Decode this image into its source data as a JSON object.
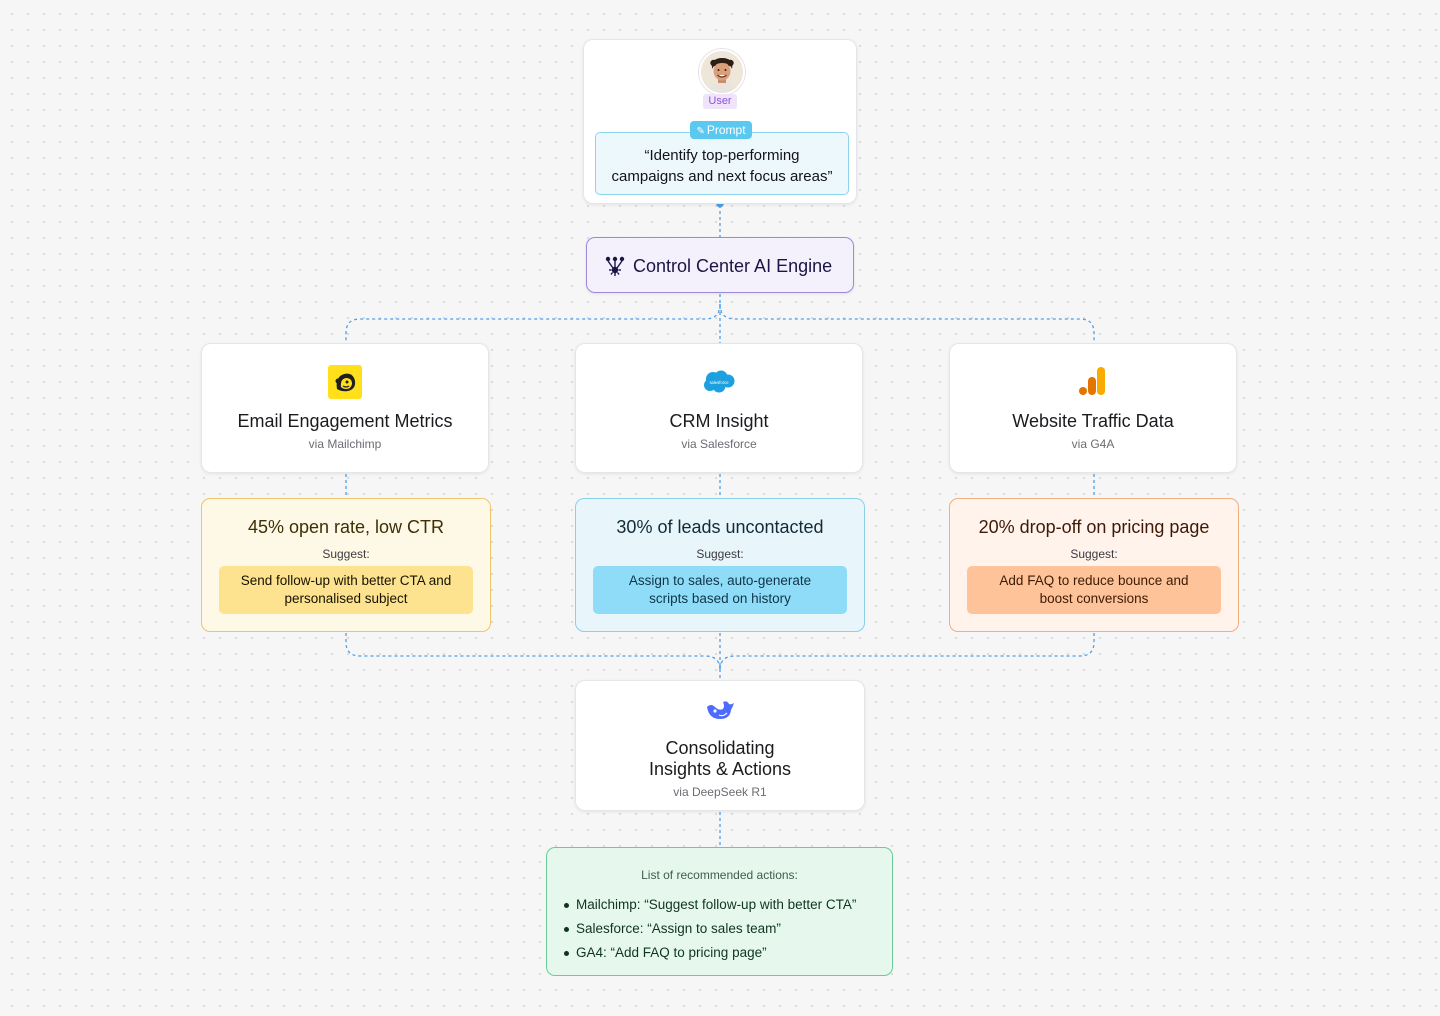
{
  "user": {
    "badge": "User",
    "prompt_badge": "Prompt",
    "prompt_line1": "“Identify top-performing",
    "prompt_line2": "campaigns and next focus areas”"
  },
  "engine": {
    "title": "Control Center AI Engine"
  },
  "sources": [
    {
      "title": "Email Engagement Metrics",
      "via": "via Mailchimp",
      "logo": "mailchimp-logo"
    },
    {
      "title": "CRM Insight",
      "via": "via Salesforce",
      "logo": "salesforce-logo",
      "logo_text": "salesforce"
    },
    {
      "title": "Website Traffic Data",
      "via": "via G4A",
      "logo": "google-analytics-logo"
    }
  ],
  "insights": [
    {
      "headline": "45% open rate, low CTR",
      "suggest_label": "Suggest:",
      "suggestion_line1": "Send follow-up with better CTA and",
      "suggestion_line2": "personalised subject"
    },
    {
      "headline": "30% of leads uncontacted",
      "suggest_label": "Suggest:",
      "suggestion_line1": "Assign to sales, auto-generate",
      "suggestion_line2": "scripts based on history"
    },
    {
      "headline": "20% drop-off on pricing page",
      "suggest_label": "Suggest:",
      "suggestion_line1": "Add FAQ to reduce bounce and",
      "suggestion_line2": "boost conversions"
    }
  ],
  "consolidate": {
    "title_line1": "Consolidating",
    "title_line2": "Insights & Actions",
    "via": "via DeepSeek R1",
    "logo": "deepseek-logo"
  },
  "actions": {
    "header": "List of recommended actions:",
    "items": [
      "Mailchimp: “Suggest follow-up with better CTA”",
      "Salesforce: “Assign to sales team”",
      "GA4: “Add FAQ to pricing page”"
    ]
  },
  "colors": {
    "connector": "#4f9ee8",
    "engine_border": "#9b8ad6",
    "prompt_border": "#8fd4ef",
    "email_accent": "#edc56a",
    "crm_accent": "#8bcfe9",
    "web_accent": "#f1ae7f",
    "actions_accent": "#6fc996"
  }
}
